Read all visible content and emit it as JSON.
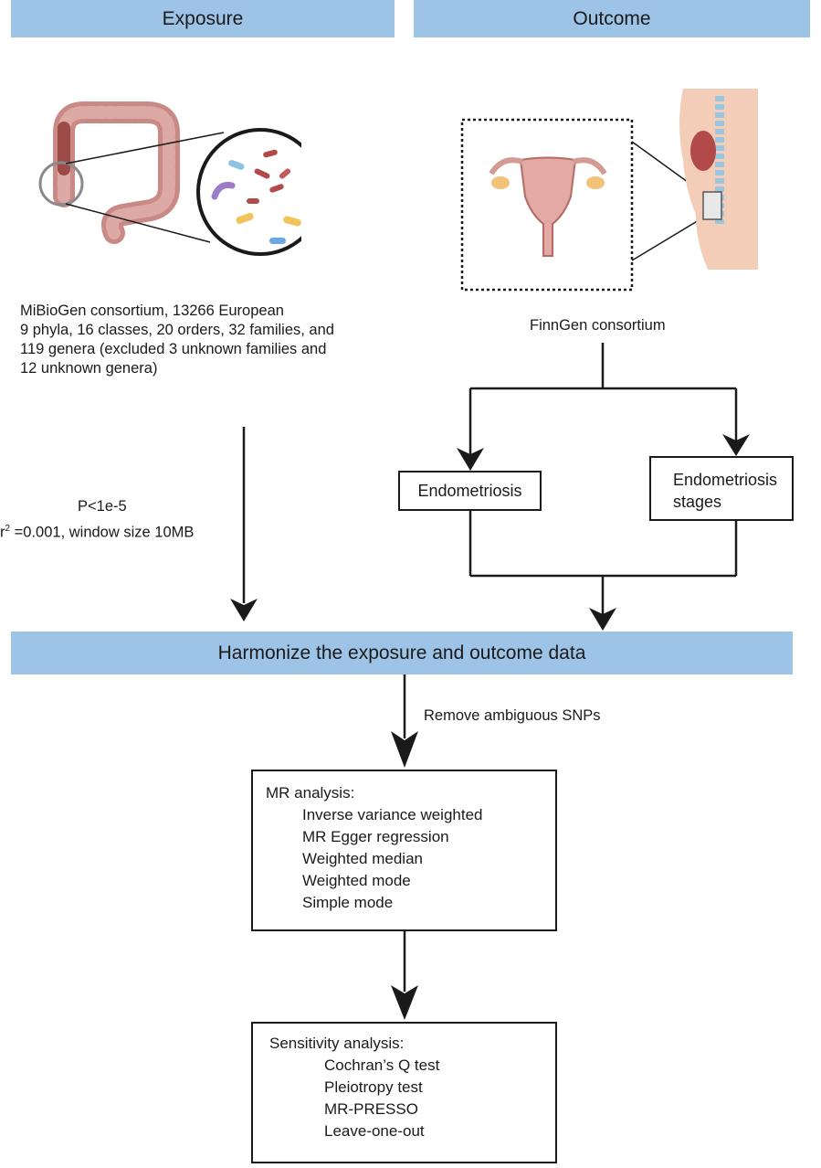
{
  "banners": {
    "exposure": "Exposure",
    "outcome": "Outcome",
    "harmonize": "Harmonize the exposure and outcome data"
  },
  "exposure": {
    "lines": [
      "MiBioGen consortium, 13266 European",
      "9 phyla, 16 classes, 20 orders, 32 families, and",
      "119 genera (excluded 3 unknown families and",
      "12 unknown genera)"
    ],
    "threshold_p": "P<1e-5",
    "r_symbol": "r",
    "r_superscript": "2",
    "threshold_r": " =0.001, window size 10MB"
  },
  "outcome": {
    "source": "FinnGen consortium",
    "endpoint_1": "Endometriosis",
    "endpoint_2_line1": "Endometriosis",
    "endpoint_2_line2": "stages"
  },
  "qc": {
    "step": "Remove ambiguous SNPs"
  },
  "mr_analysis": {
    "title": "MR analysis:",
    "methods": [
      "Inverse variance weighted",
      "MR Egger regression",
      "Weighted median",
      "Weighted mode",
      "Simple mode"
    ]
  },
  "sensitivity": {
    "title": "Sensitivity analysis:",
    "tests": [
      "Cochran’s Q test",
      "Pleiotropy test",
      "MR-PRESSO",
      "Leave-one-out"
    ]
  },
  "colors": {
    "banner": "#9dc3e6",
    "line": "#1a1a1a"
  }
}
